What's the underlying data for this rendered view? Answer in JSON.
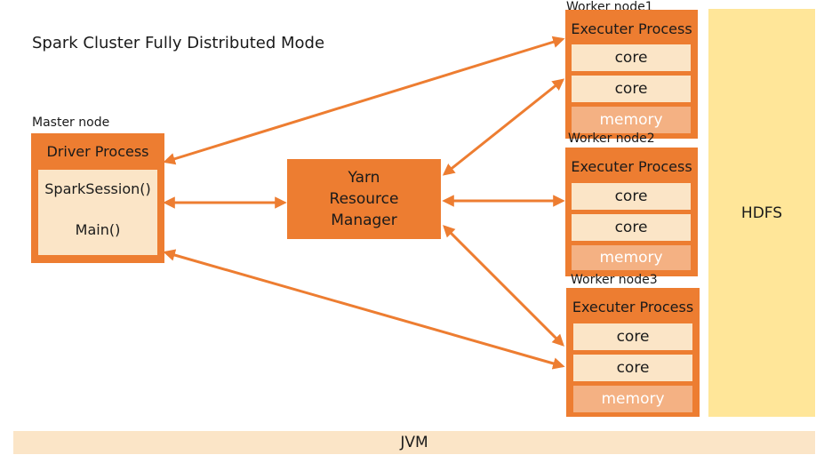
{
  "title": "Spark Cluster Fully Distributed Mode",
  "master": {
    "label": "Master node",
    "process": "Driver Process",
    "items": [
      "SparkSession()",
      "Main()"
    ]
  },
  "yarn": {
    "lines": [
      "Yarn",
      "Resource",
      "Manager"
    ]
  },
  "workers": [
    {
      "label": "Worker node1",
      "process": "Executer Process",
      "cores": [
        "core",
        "core"
      ],
      "memory": "memory"
    },
    {
      "label": "Worker node2",
      "process": "Executer Process",
      "cores": [
        "core",
        "core"
      ],
      "memory": "memory"
    },
    {
      "label": "Worker node3",
      "process": "Executer Process",
      "cores": [
        "core",
        "core"
      ],
      "memory": "memory"
    }
  ],
  "hdfs": "HDFS",
  "jvm": "JVM",
  "colors": {
    "accent": "#ed7d31",
    "inner": "#fbe5c7",
    "memory": "#f4b183",
    "hdfs": "#ffe699"
  }
}
